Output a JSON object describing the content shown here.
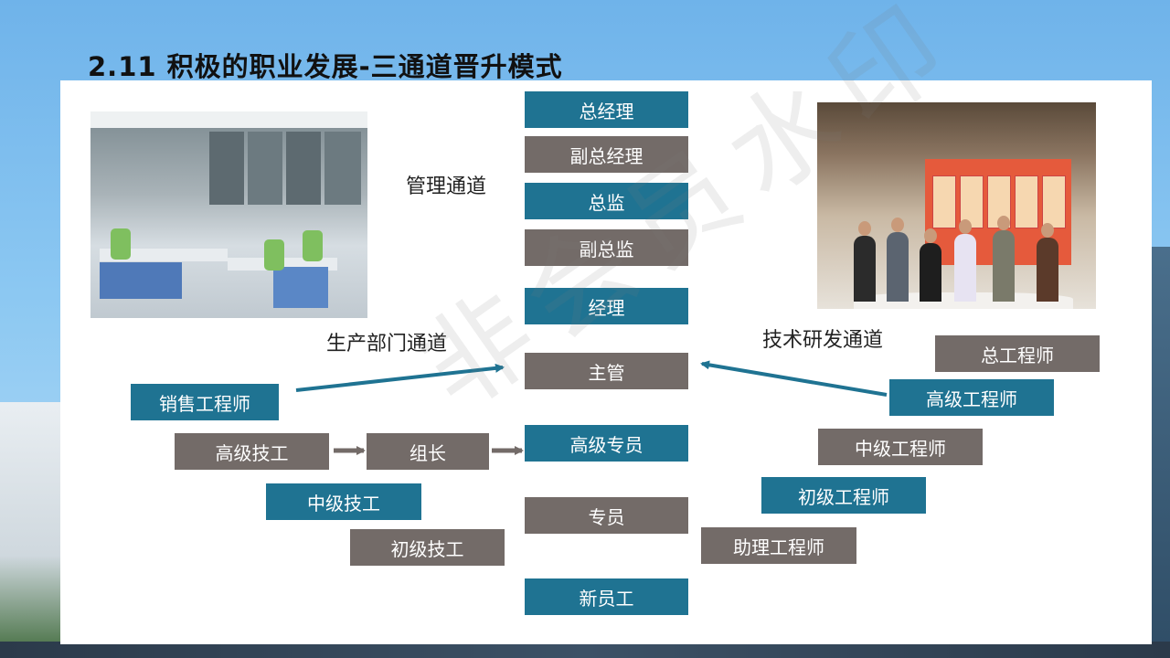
{
  "title": "2.11 积极的职业发展-三通道晋升模式",
  "channels": {
    "management": "管理通道",
    "production": "生产部门通道",
    "technical": "技术研发通道"
  },
  "center_ladder": [
    "总经理",
    "副总经理",
    "总监",
    "副总监",
    "经理",
    "主管",
    "高级专员",
    "专员",
    "新员工"
  ],
  "production_ladder": {
    "sales_engineer": "销售工程师",
    "senior_technician": "高级技工",
    "team_leader": "组长",
    "intermediate_technician": "中级技工",
    "junior_technician": "初级技工"
  },
  "technical_ladder": {
    "chief_engineer": "总工程师",
    "senior_engineer": "高级工程师",
    "intermediate_engineer": "中级工程师",
    "junior_engineer": "初级工程师",
    "assistant_engineer": "助理工程师"
  },
  "watermark": "非会员水印",
  "colors": {
    "teal": "#1f7392",
    "gray": "#736b68"
  }
}
